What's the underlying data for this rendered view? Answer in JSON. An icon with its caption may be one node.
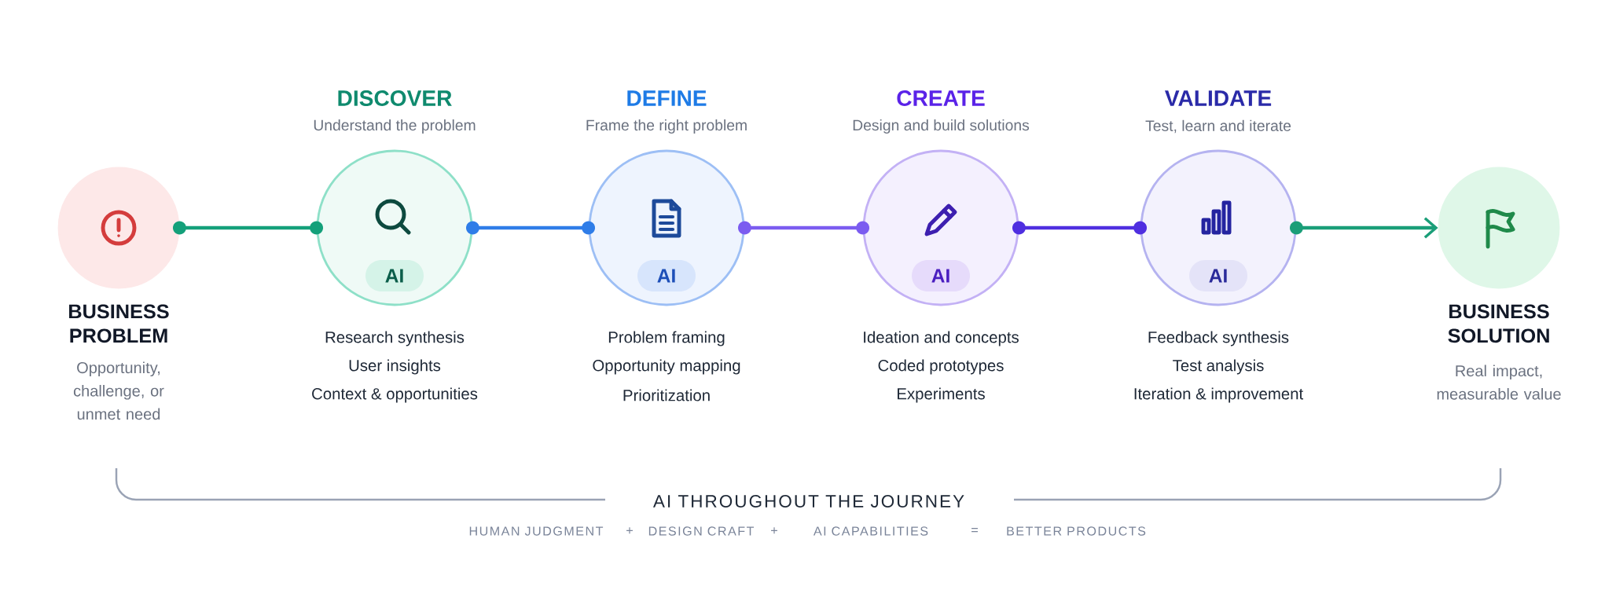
{
  "diagram": {
    "nodes": [
      {
        "text": [
          "BUSINESS PROBLEM",
          "Opportunity, challenge, or unmet need"
        ]
      },
      {
        "text": [
          "DISCOVER",
          "Understand the problem",
          "Research synthesis",
          "User insights",
          "Context & opportunities"
        ]
      },
      {
        "text": [
          "AI"
        ],
        "in": 1
      },
      {
        "text": [
          "DEFINE",
          "Frame the right problem",
          "Problem framing",
          "Opportunity mapping",
          "Prioritization"
        ]
      },
      {
        "text": [
          "AI"
        ],
        "in": 3
      },
      {
        "text": [
          "CREATE",
          "Design and build solutions",
          "Ideation and concepts",
          "Coded prototypes",
          "Experiments"
        ]
      },
      {
        "text": [
          "AI"
        ],
        "in": 5
      },
      {
        "text": [
          "VALIDATE",
          "Test, learn and iterate",
          "Feedback synthesis",
          "Test analysis",
          "Iteration & improvement"
        ]
      },
      {
        "text": [
          "AI"
        ],
        "in": 7
      },
      {
        "text": [
          "BUSINESS SOLUTION",
          "Real impact, measurable value"
        ]
      }
    ],
    "edges": [
      {
        "from": 0,
        "to": 1,
        "arrow": "other",
        "color": "#14a07a"
      },
      {
        "from": 1,
        "to": 3,
        "arrow": "other",
        "color": "#2f7de8"
      },
      {
        "from": 3,
        "to": 5,
        "arrow": "other",
        "color": "#7b5cf0"
      },
      {
        "from": 5,
        "to": 7,
        "arrow": "other",
        "color": "#4f2fe0"
      },
      {
        "from": 7,
        "to": 9,
        "arrow": "to",
        "color": "#1a9e78"
      }
    ],
    "labels": [
      "AI THROUGHOUT THE JOURNEY",
      "HUMAN JUDGMENT",
      "+",
      "DESIGN CRAFT",
      "+",
      "AI CAPABILITIES",
      "=",
      "BETTER PRODUCTS"
    ]
  }
}
